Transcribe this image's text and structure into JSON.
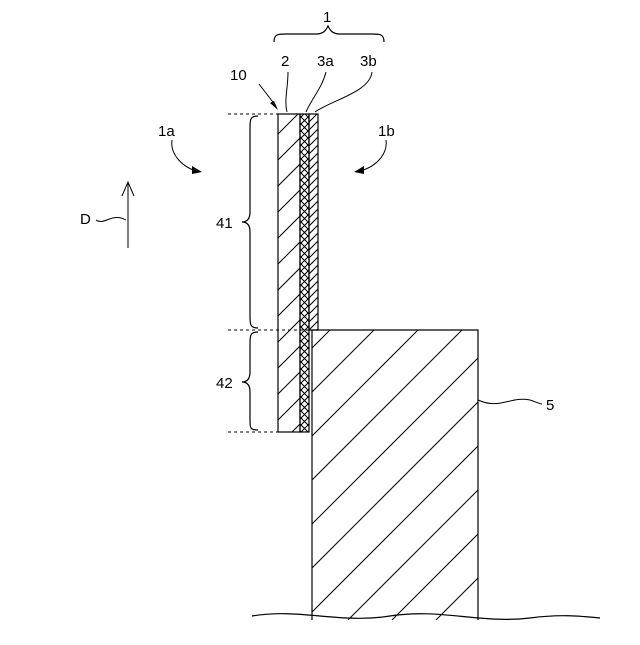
{
  "labels": {
    "assembly": "1",
    "layer_2": "2",
    "layer_3a": "3a",
    "layer_3b": "3b",
    "edge_10": "10",
    "side_1a": "1a",
    "side_1b": "1b",
    "direction": "D",
    "region_41": "41",
    "region_42": "42",
    "base_5": "5"
  }
}
